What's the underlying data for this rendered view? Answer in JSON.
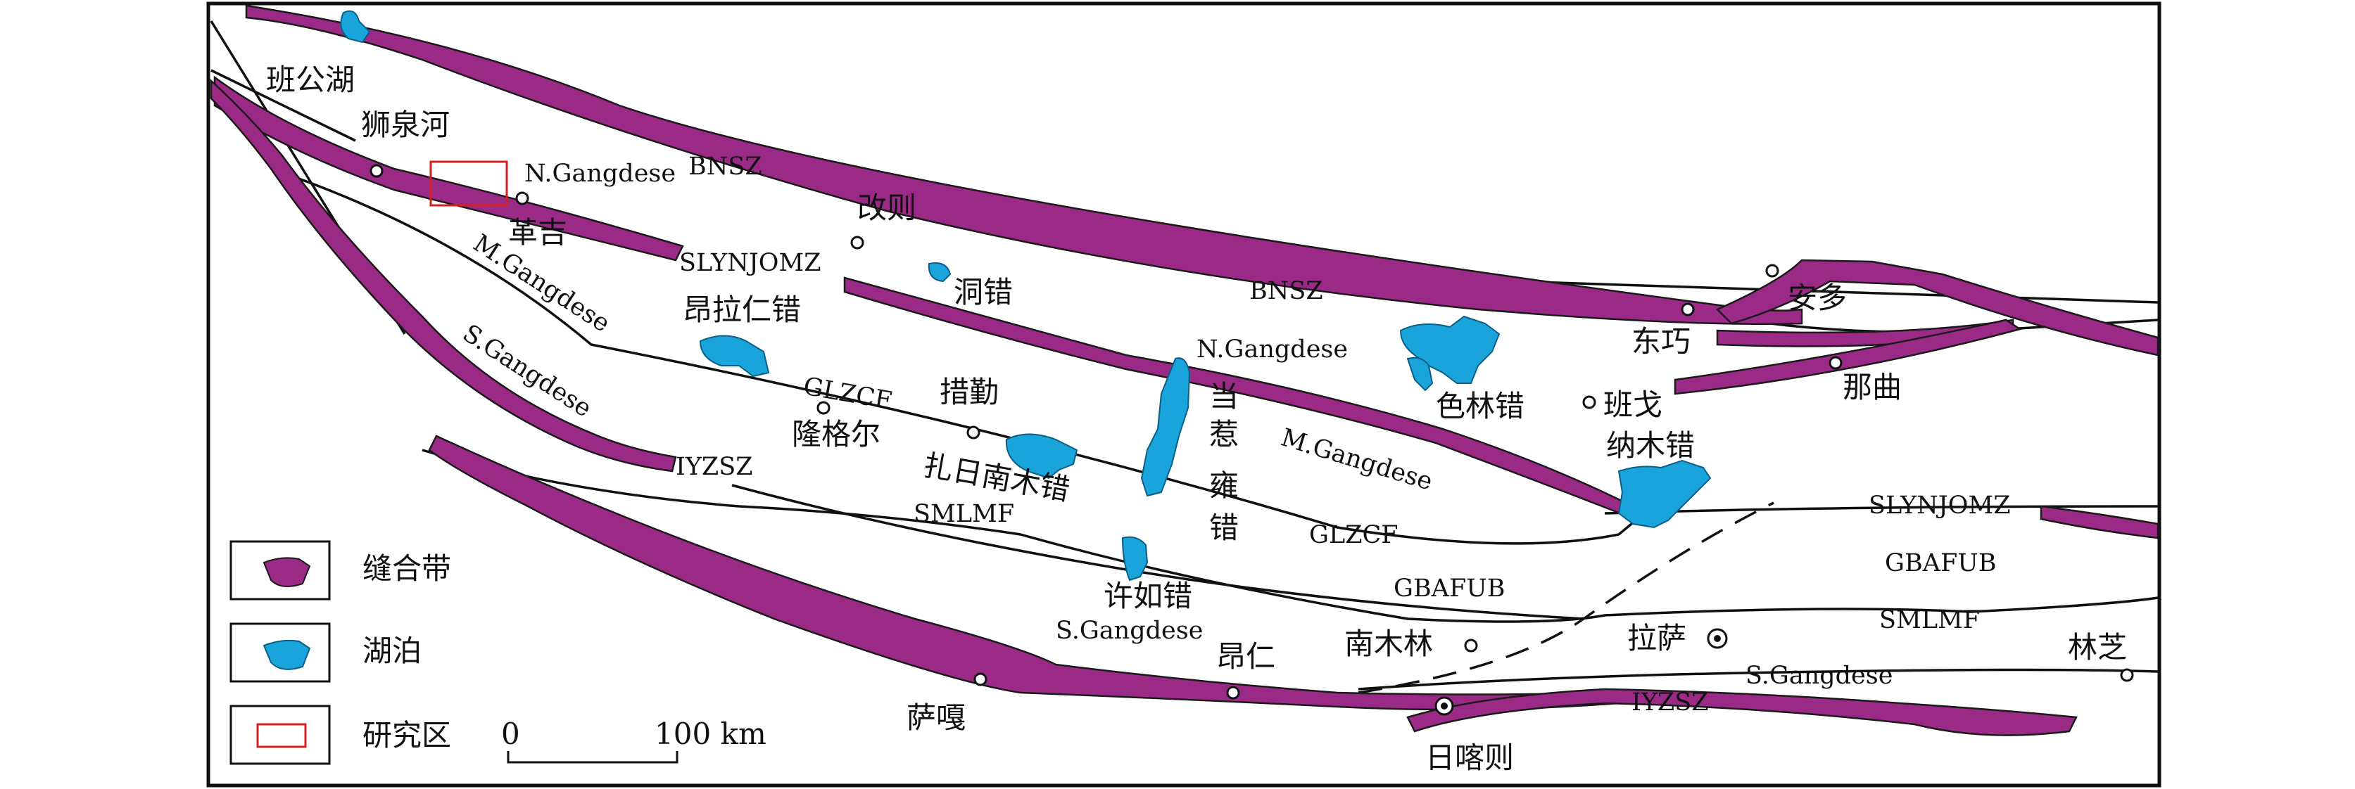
{
  "colors": {
    "suture": "#9b2a87",
    "suture_edge": "#1a1a1a",
    "lake": "#1aa4dc",
    "study_area": "#d42020",
    "line": "#111111"
  },
  "zones": {
    "bnsz_west": "BNSZ",
    "bnsz_east": "BNSZ",
    "slynjomz_west": "SLYNJOMZ",
    "slynjomz_east": "SLYNJOMZ",
    "n_gangdese_west": "N.Gangdese",
    "n_gangdese_mid": "N.Gangdese",
    "m_gangdese_west": "M.Gangdese",
    "m_gangdese_mid": "M.Gangdese",
    "s_gangdese_west": "S.Gangdese",
    "s_gangdese_mid": "S.Gangdese",
    "s_gangdese_east": "S.Gangdese",
    "glzcf_west": "GLZCF",
    "glzcf_mid": "GLZCF",
    "iyzsz_west": "IYZSZ",
    "iyzsz_east": "IYZSZ",
    "smlmf_west": "SMLMF",
    "smlmf_east": "SMLMF",
    "gbafub_mid": "GBAFUB",
    "gbafub_east": "GBAFUB"
  },
  "places": {
    "bangong_lake": "班公湖",
    "shiquanhe": "狮泉河",
    "geji": "革吉",
    "gaize": "改则",
    "dong_co": "洞错",
    "anglaren_co": "昂拉仁错",
    "cuoqin": "措勤",
    "longgeer": "隆格尔",
    "zhari_namco": "扎日南木错",
    "dangre_yongco_1": "当",
    "dangre_yongco_2": "惹",
    "dangre_yongco_3": "雍",
    "dangre_yongco_4": "错",
    "xuru_co": "许如错",
    "selin_co": "色林错",
    "baingoin": "班戈",
    "nam_co": "纳木错",
    "dongqiao": "东巧",
    "amdo": "安多",
    "nagqu": "那曲",
    "ngamring": "昂仁",
    "namling": "南木林",
    "lhasa": "拉萨",
    "nyingchi": "林芝",
    "saga": "萨嘎",
    "shigatse": "日喀则"
  },
  "legend": {
    "suture_label": "缝合带",
    "lake_label": "湖泊",
    "study_area_label": "研究区"
  },
  "scale": {
    "zero": "0",
    "distance": "100 km"
  }
}
